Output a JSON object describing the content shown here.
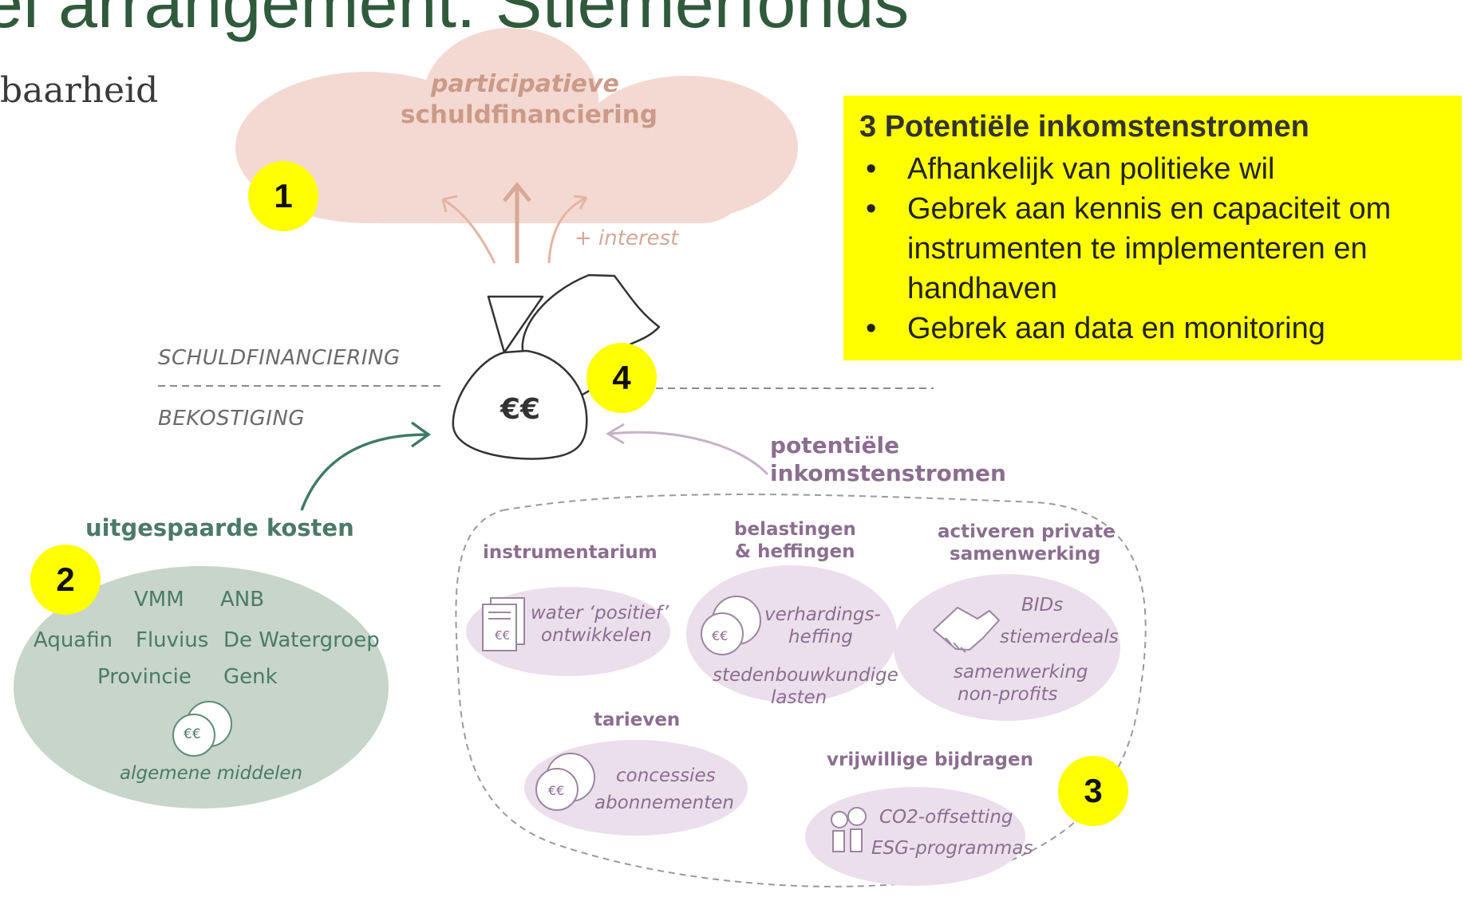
{
  "header": {
    "title": "el arrangement: Stiemerfonds",
    "subtitle": "baarheid"
  },
  "callout": {
    "heading": "3 Potentiële inkomstenstromen",
    "bullet_symbol": "•",
    "bullets": [
      "Afhankelijk van politieke wil",
      "Gebrek aan kennis en capaciteit om instrumenten te implementeren en handhaven",
      "Gebrek aan data en monitoring"
    ]
  },
  "markers": [
    "1",
    "2",
    "3",
    "4"
  ],
  "cloud": {
    "line1": "participatieve",
    "line2": "schuldfinanciering",
    "interest": "+   interest"
  },
  "divider": {
    "top": "SCHULDFINANCIERING",
    "bottom": "BEKOSTIGING"
  },
  "bag": {
    "label": "€€"
  },
  "savings": {
    "title": "uitgespaarde kosten",
    "orgs": [
      "VMM",
      "ANB",
      "Aquafin",
      "Fluvius",
      "De Watergroep",
      "Provincie",
      "Genk"
    ],
    "coin": "€€",
    "caption": "algemene middelen"
  },
  "income": {
    "title_line1": "potentiële",
    "title_line2": "inkomstenstromen",
    "groups": {
      "instrumentarium": {
        "title": "instrumentarium",
        "items": [
          "water ‘positief’",
          "ontwikkelen"
        ],
        "coin": "€€"
      },
      "belastingen": {
        "title_line1": "belastingen",
        "title_line2": "& heffingen",
        "items": [
          "verhardings-",
          "heffing",
          "stedenbouwkundige",
          "lasten"
        ],
        "coin": "€€"
      },
      "private": {
        "title_line1": "activeren private",
        "title_line2": "samenwerking",
        "items": [
          "BIDs",
          "stiemerdeals",
          "samenwerking",
          "non-profits"
        ]
      },
      "tarieven": {
        "title": "tarieven",
        "items": [
          "concessies",
          "abonnementen"
        ],
        "coin": "€€"
      },
      "vrijwillig": {
        "title": "vrijwillige bijdragen",
        "items": [
          "CO2-offsetting",
          "ESG-programmas"
        ]
      }
    }
  },
  "colors": {
    "title_green": "#2f5a3c",
    "callout_yellow": "#ffff00",
    "cloud_pink": "#f3d9d2",
    "savings_green": "#c7d5cb",
    "income_purple": "#ebdfec",
    "arrow_teal": "#3f7a67"
  }
}
